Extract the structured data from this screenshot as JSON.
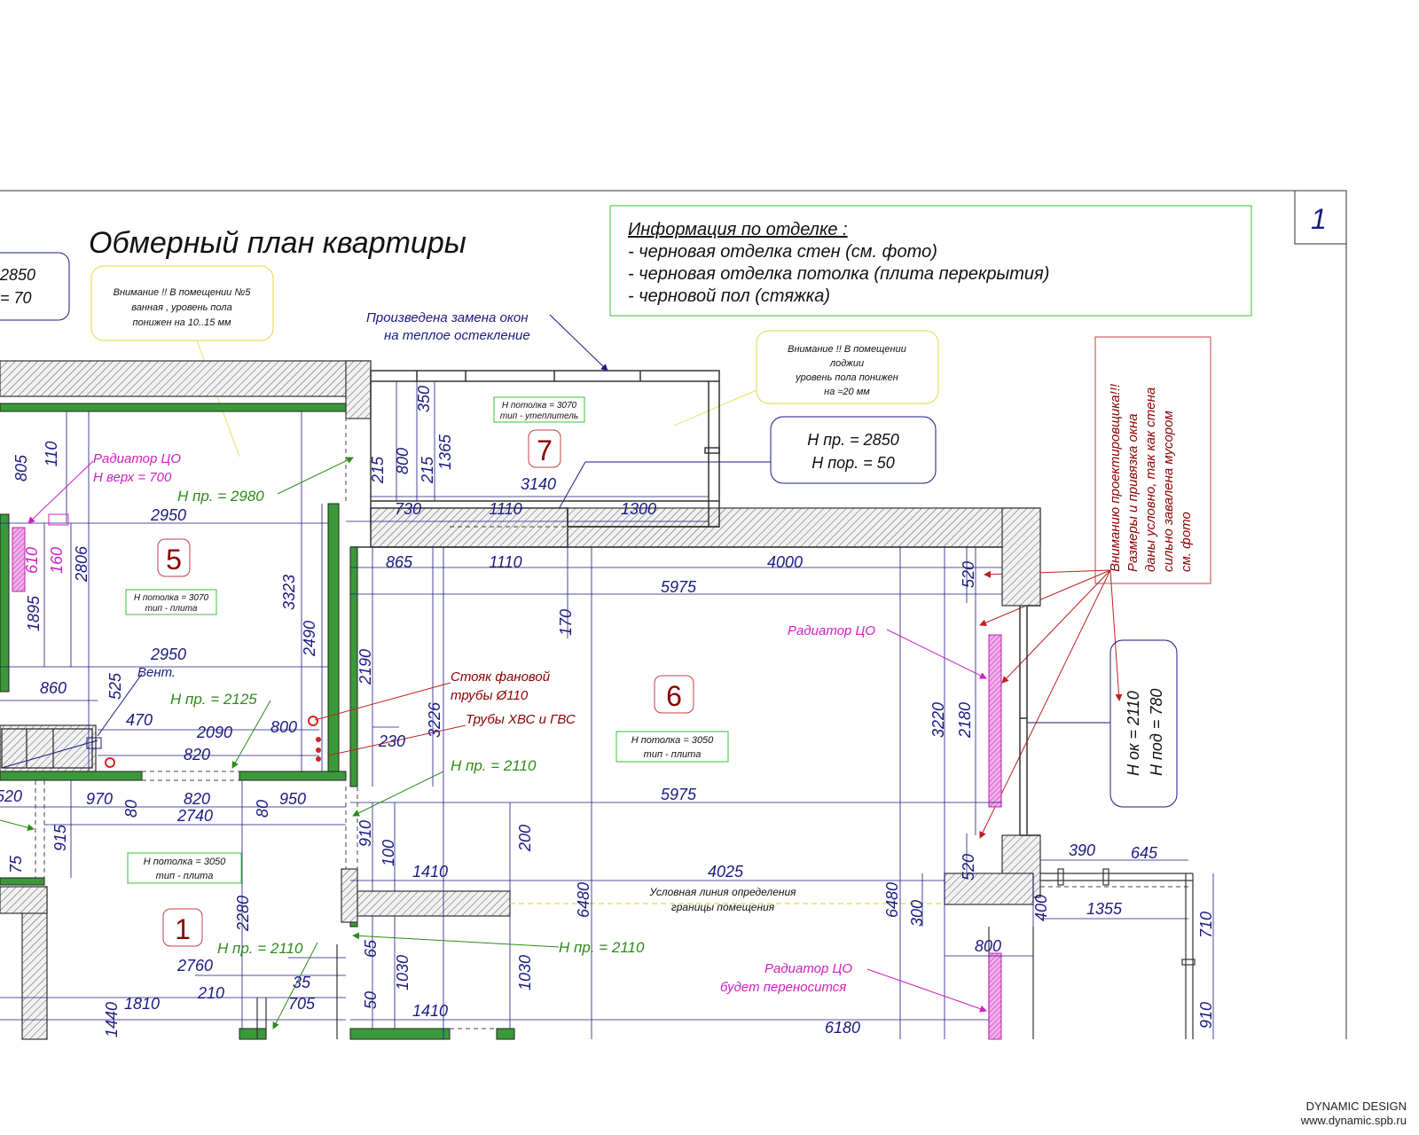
{
  "title": "Обмерный план квартиры",
  "sheet_number": "1",
  "finish_info": {
    "heading": "Информация по отделке :",
    "lines": [
      "- черновая отделка стен  (см. фото)",
      "- черновая отделка потолка  (плита перекрытия)",
      "- черновой пол (стяжка)"
    ]
  },
  "notes": {
    "bath_warning": [
      "Внимание !! В помещении  №5",
      "ванная , уровень пола",
      "понижен на  10..15 мм"
    ],
    "loggia_warning": [
      "Внимание !! В помещении",
      "лоджии",
      "уровень пола понижен",
      "на ≈20 мм"
    ],
    "window_replacement": [
      "Произведена замена окон",
      "на теплое остекление"
    ],
    "designer_warning": [
      "Вниманию проектировщика!!!",
      "Размеры и привязка окна",
      "даны условно, так как стена",
      "сильно завалена мусором",
      "см. фото"
    ],
    "conditional_line": [
      "Условная линия определения",
      "границы помещения"
    ],
    "riser": [
      "Стояк фановой",
      "трубы Ø110"
    ],
    "pipes": "Трубы ХВС и ГВС",
    "vent": "Вент."
  },
  "heights": {
    "left_box": [
      "2850",
      "= 70"
    ],
    "loggia_box": [
      "H пр. = 2850",
      "H пор. = 50"
    ],
    "window_box": [
      "H ок = 2110",
      "H под = 780"
    ],
    "h2980": "H пр. = 2980",
    "h2125": "H пр. = 2125",
    "h2110_a": "H пр. = 2110",
    "h2110_b": "H пр. = 2110",
    "h2110_c": "H пр. = 2110"
  },
  "radiators": {
    "bath": [
      "Радиатор ЦО",
      "H верх = 700"
    ],
    "room6": "Радиатор ЦО",
    "room_bottom": [
      "Радиатор ЦО",
      "будет переносится"
    ]
  },
  "rooms": [
    {
      "number": "5",
      "ceiling": [
        "H потолка = 3070",
        "тип - плита"
      ]
    },
    {
      "number": "7",
      "ceiling": [
        "H потолка = 3070",
        "тип - утеплитель"
      ]
    },
    {
      "number": "6",
      "ceiling": [
        "H потолка  = 3050",
        "тип - плита"
      ]
    },
    {
      "number": "1",
      "ceiling": [
        "H потолка  = 3050",
        "тип - плита"
      ]
    }
  ],
  "dimensions": {
    "d805": "805",
    "d110": "110",
    "d2950a": "2950",
    "d2950b": "2950",
    "d610": "610",
    "d160": "160",
    "d2806": "2806",
    "d1895": "1895",
    "d3323": "3323",
    "d2490": "2490",
    "d860": "860",
    "d525": "525",
    "d470": "470",
    "d2090": "2090",
    "d800a": "800",
    "d820a": "820",
    "d520a": "520",
    "d970": "970",
    "d80a": "80",
    "d820b": "820",
    "d2740": "2740",
    "d80b": "80",
    "d950": "950",
    "d915": "915",
    "d75": "75",
    "d2280": "2280",
    "d2760": "2760",
    "d35": "35",
    "d210": "210",
    "d1810": "1810",
    "d705": "705",
    "d1440": "1440",
    "d350": "350",
    "d215a": "215",
    "d800b": "800",
    "d215b": "215",
    "d1365": "1365",
    "d3140": "3140",
    "d730": "730",
    "d1110a": "1110",
    "d1300": "1300",
    "d865": "865",
    "d1110b": "1110",
    "d4000": "4000",
    "d5975a": "5975",
    "d520b": "520",
    "d170": "170",
    "d2190": "2190",
    "d3226": "3226",
    "d230": "230",
    "d3220": "3220",
    "d2180": "2180",
    "d5975b": "5975",
    "d910a": "910",
    "d100": "100",
    "d1410a": "1410",
    "d200": "200",
    "d4025": "4025",
    "d6480a": "6480",
    "d6480b": "6480",
    "d520c": "520",
    "d300": "300",
    "d390": "390",
    "d645": "645",
    "d400": "400",
    "d1355": "1355",
    "d710": "710",
    "d800c": "800",
    "d65": "65",
    "d1030a": "1030",
    "d1030b": "1030",
    "d50": "50",
    "d1410b": "1410",
    "d6180": "6180",
    "d910b": "910"
  },
  "footer": {
    "company": "DYNAMIC DESIGN",
    "site": "www.dynamic.spb.ru"
  },
  "colors": {
    "dim": "#1a1a80",
    "green": "#2e8b1a",
    "magenta": "#d020c0",
    "darkred": "#8b0000",
    "red": "#e02020",
    "wall": "#444444",
    "wallgreen": "#3a9a3a",
    "yellow": "#e8e060"
  }
}
